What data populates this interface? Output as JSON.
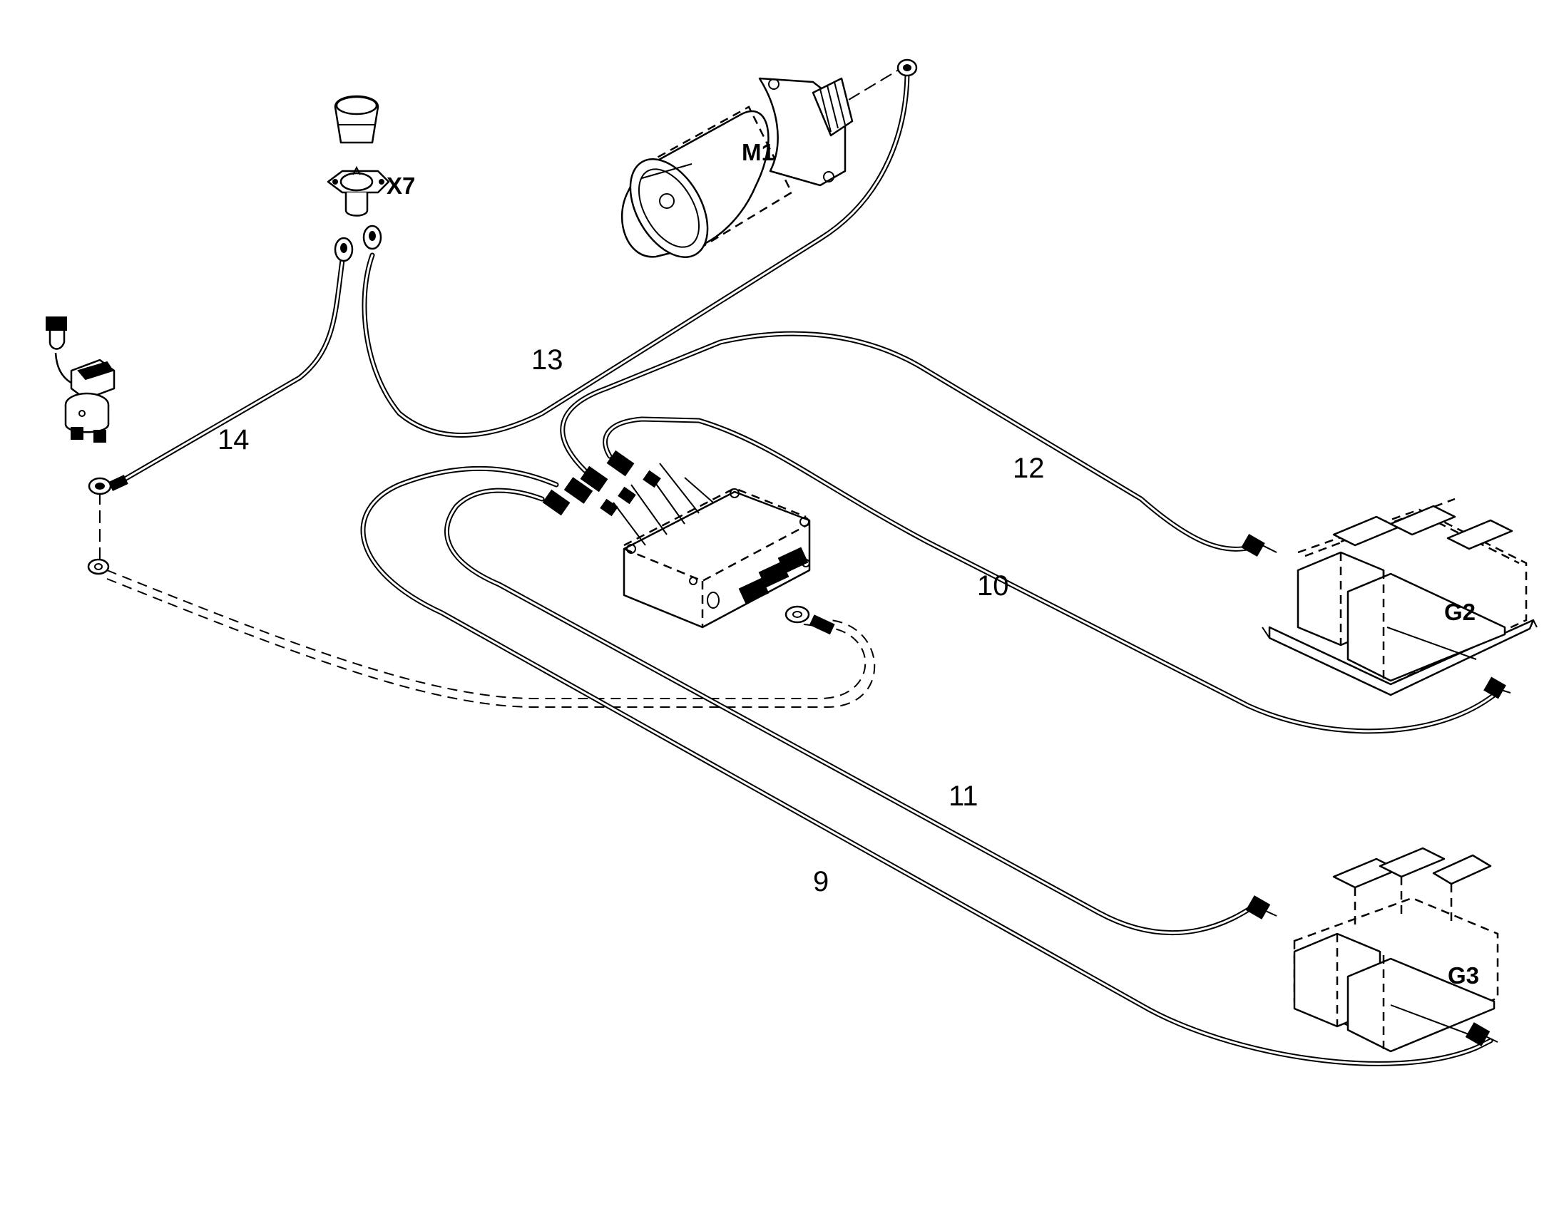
{
  "components": {
    "starter_motor": "M1",
    "connector": "X7",
    "battery_upper": "G2",
    "battery_lower": "G3"
  },
  "cables": {
    "c9": "9",
    "c10": "10",
    "c11": "11",
    "c12": "12",
    "c13": "13",
    "c14": "14"
  },
  "colors": {
    "line": "#000000",
    "background": "#ffffff"
  }
}
